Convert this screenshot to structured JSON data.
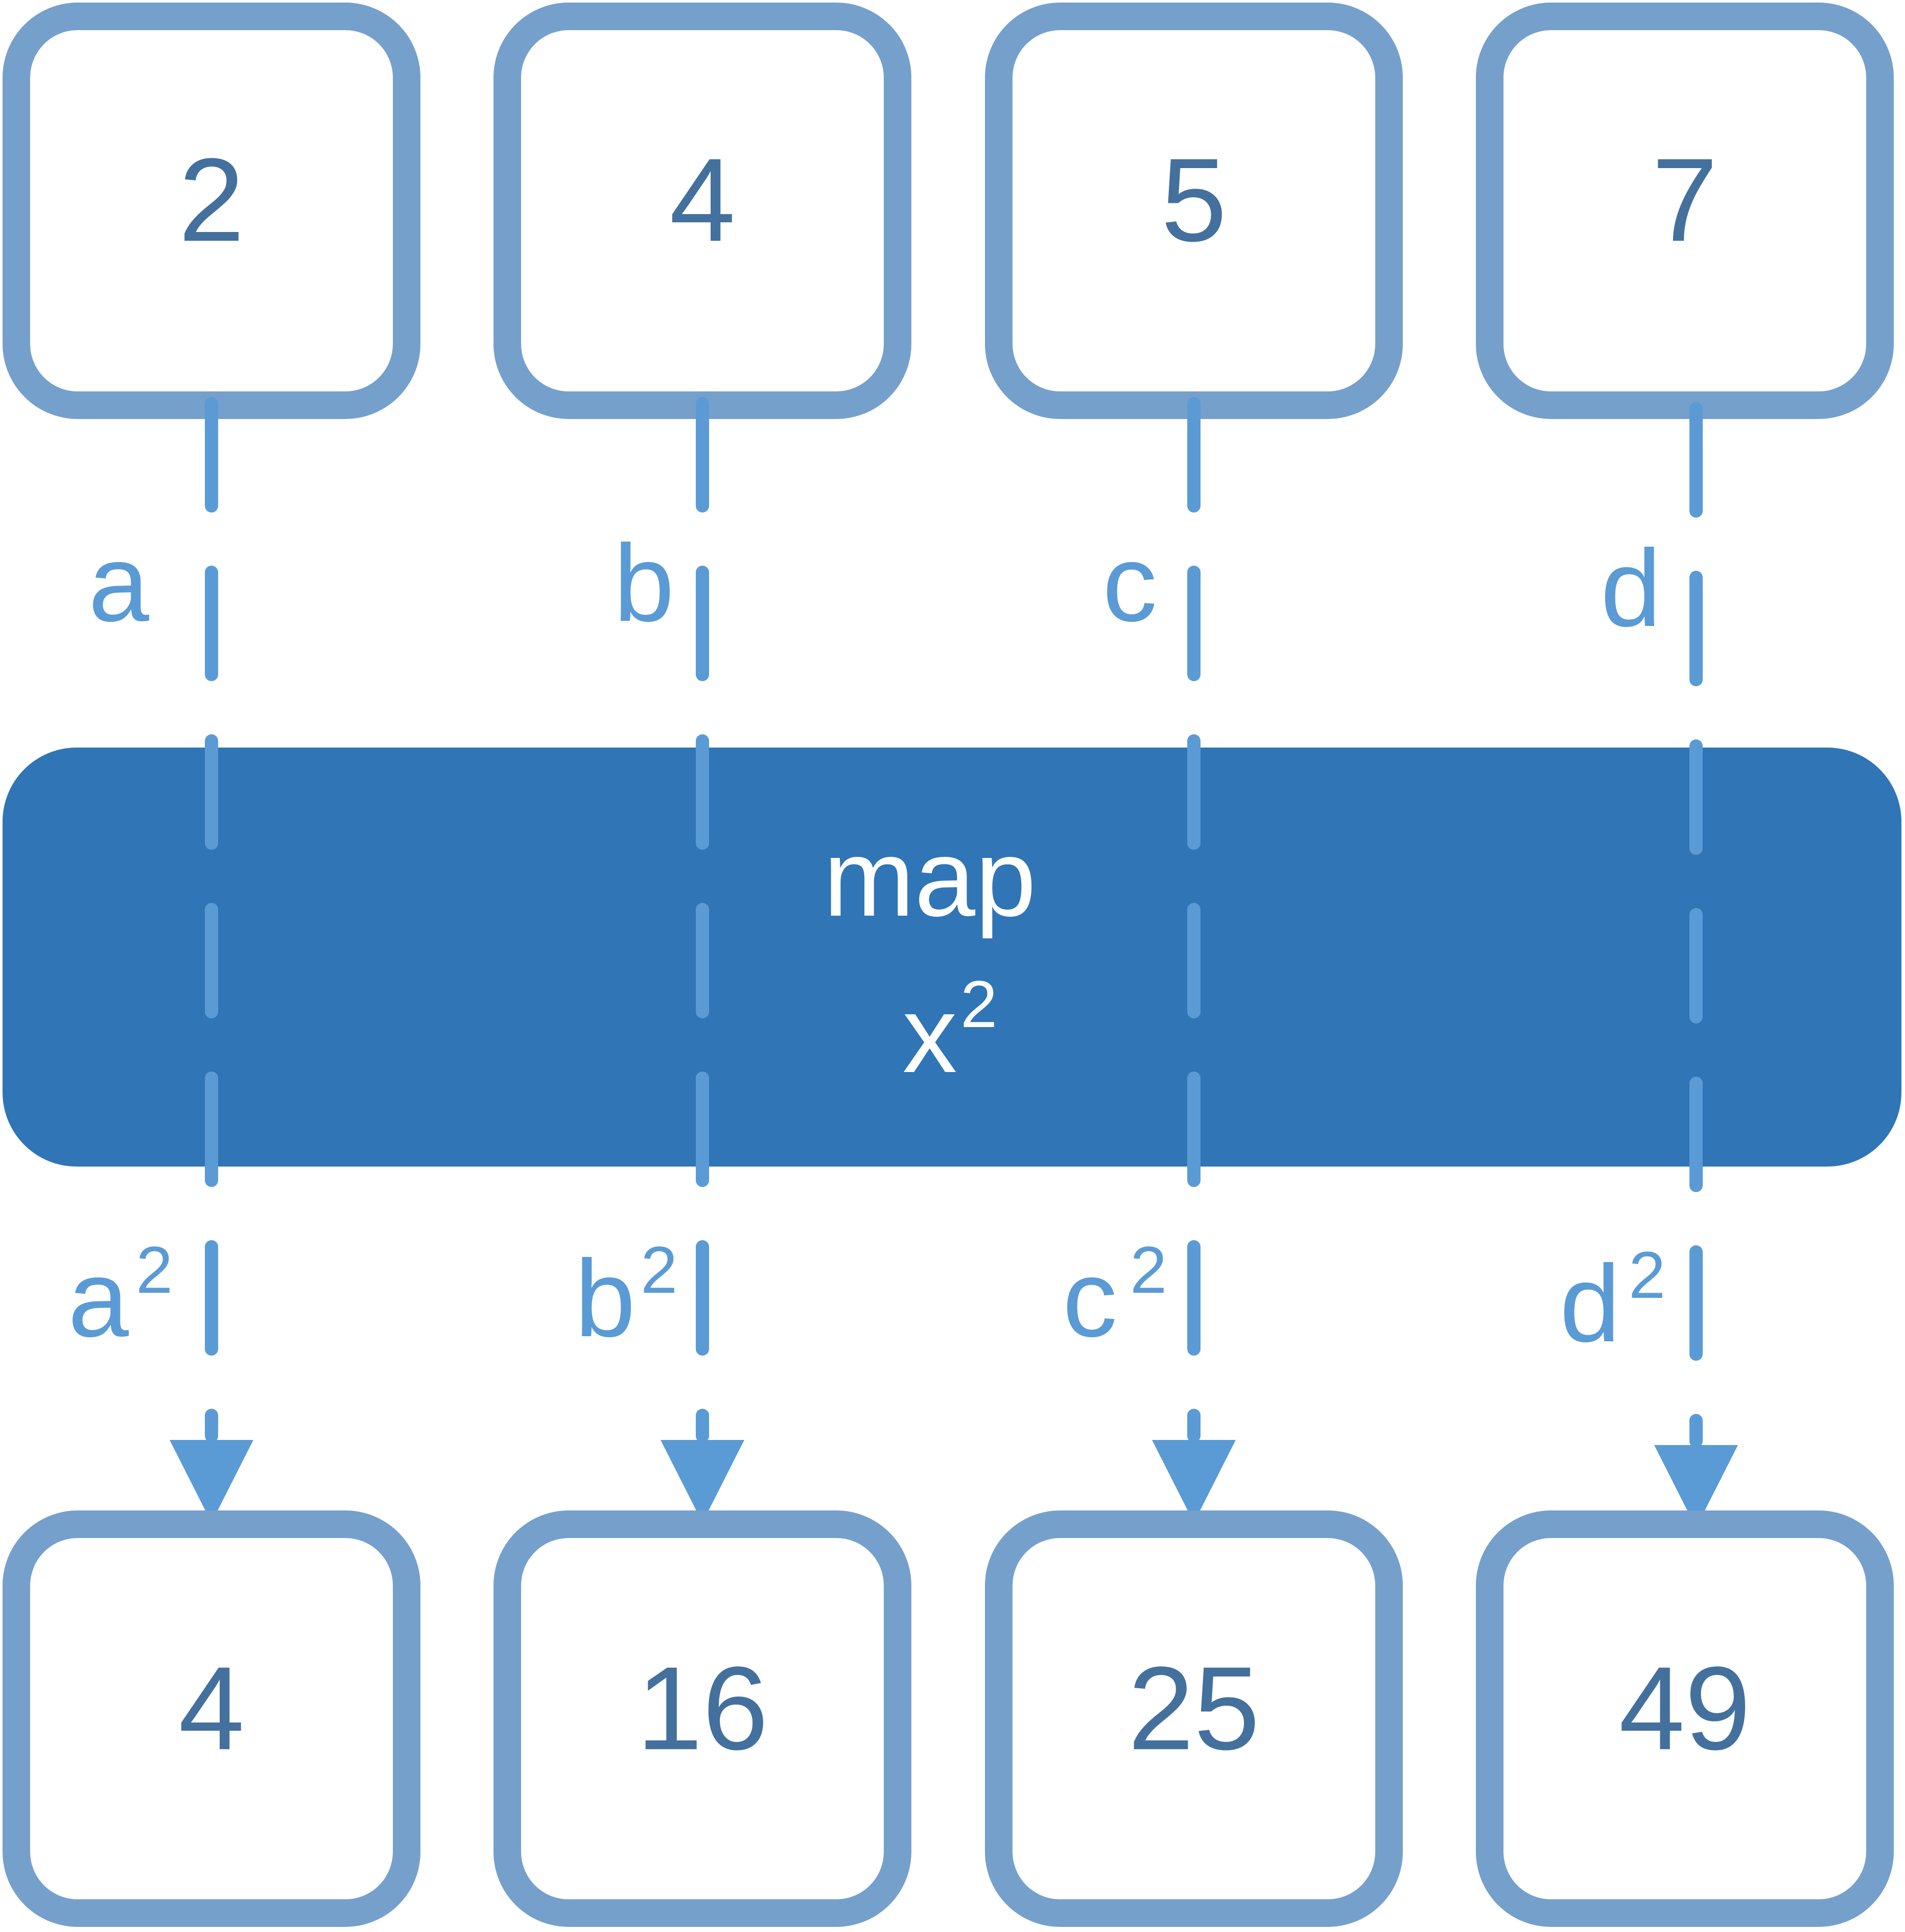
{
  "inputs": [
    "2",
    "4",
    "5",
    "7"
  ],
  "variables": [
    "a",
    "b",
    "c",
    "d"
  ],
  "mapped_variables": [
    {
      "base": "a",
      "exponent": "2"
    },
    {
      "base": "b",
      "exponent": "2"
    },
    {
      "base": "c",
      "exponent": "2"
    },
    {
      "base": "d",
      "exponent": "2"
    }
  ],
  "operation": {
    "name": "map",
    "function": {
      "base": "x",
      "exponent": "2"
    }
  },
  "outputs": [
    "4",
    "16",
    "25",
    "49"
  ],
  "colors": {
    "box_border": "#75a0cc",
    "box_text": "#44709e",
    "band_fill": "#3075b5",
    "band_text": "#ffffff",
    "flow": "#5b9bd5"
  }
}
